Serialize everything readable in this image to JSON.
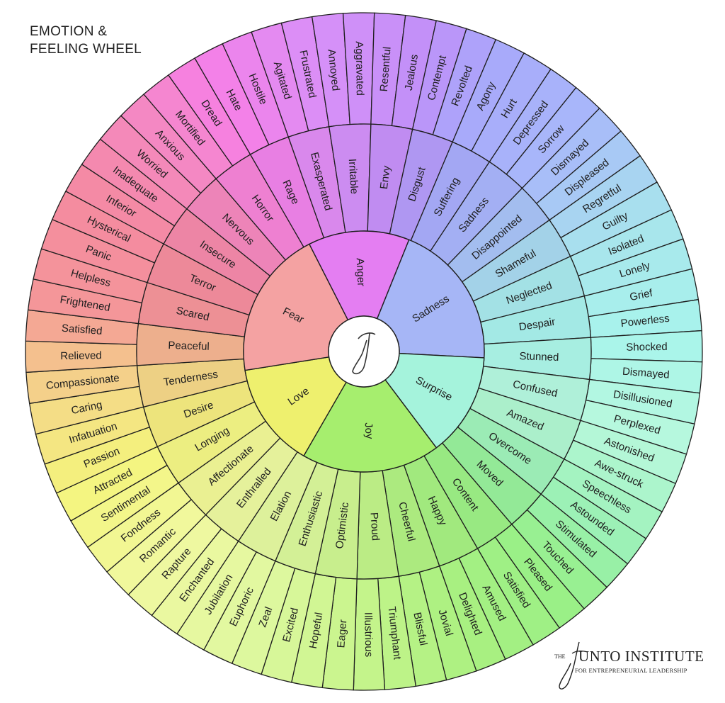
{
  "title": {
    "line1": "EMOTION &",
    "line2": "FEELING WHEEL"
  },
  "wheel": {
    "center_logo": "J",
    "core": [
      {
        "label": "Anger",
        "color": "#e47ef2",
        "children": [
          {
            "label": "Rage",
            "children": [
              "Hate",
              "Hostile"
            ]
          },
          {
            "label": "Exasperated",
            "children": [
              "Agitated",
              "Frustrated"
            ]
          },
          {
            "label": "Irritable",
            "children": [
              "Annoyed",
              "Aggravated"
            ]
          },
          {
            "label": "Envy",
            "children": [
              "Resentful",
              "Jealous"
            ]
          },
          {
            "label": "Disgust",
            "children": [
              "Contempt",
              "Revolted"
            ]
          }
        ]
      },
      {
        "label": "Sadness",
        "color": "#a6b6f6",
        "children": [
          {
            "label": "Suffering",
            "children": [
              "Agony",
              "Hurt"
            ]
          },
          {
            "label": "Sadness",
            "children": [
              "Depressed",
              "Sorrow"
            ]
          },
          {
            "label": "Disappointed",
            "children": [
              "Dismayed",
              "Displeased"
            ]
          },
          {
            "label": "Shameful",
            "children": [
              "Regretful",
              "Guilty"
            ]
          },
          {
            "label": "Neglected",
            "children": [
              "Isolated",
              "Lonely"
            ]
          },
          {
            "label": "Despair",
            "children": [
              "Grief",
              "Powerless"
            ]
          }
        ]
      },
      {
        "label": "Surprise",
        "color": "#a5f3dc",
        "children": [
          {
            "label": "Stunned",
            "children": [
              "Shocked",
              "Dismayed"
            ]
          },
          {
            "label": "Confused",
            "children": [
              "Disillusioned",
              "Perplexed"
            ]
          },
          {
            "label": "Amazed",
            "children": [
              "Astonished",
              "Awe-struck"
            ]
          },
          {
            "label": "Overcome",
            "children": [
              "Speechless",
              "Astounded"
            ]
          },
          {
            "label": "Moved",
            "children": [
              "Stimulated",
              "Touched"
            ]
          }
        ]
      },
      {
        "label": "Joy",
        "color": "#a6ee6e",
        "children": [
          {
            "label": "Content",
            "children": [
              "Pleased",
              "Satisfied"
            ]
          },
          {
            "label": "Happy",
            "children": [
              "Amused",
              "Delighted"
            ]
          },
          {
            "label": "Cheerful",
            "children": [
              "Jovial",
              "Blissful"
            ]
          },
          {
            "label": "Proud",
            "children": [
              "Triumphant",
              "Illustrious"
            ]
          },
          {
            "label": "Optimistic",
            "children": [
              "Eager",
              "Hopeful"
            ]
          },
          {
            "label": "Enthusiastic",
            "children": [
              "Excited",
              "Zeal"
            ]
          },
          {
            "label": "Elation",
            "children": [
              "Euphoric",
              "Jubilation"
            ]
          },
          {
            "label": "Enthralled",
            "children": [
              "Enchanted",
              "Rapture"
            ]
          }
        ]
      },
      {
        "label": "Love",
        "color": "#eef06e",
        "children": [
          {
            "label": "Affectionate",
            "children": [
              "Romantic",
              "Fondness"
            ]
          },
          {
            "label": "Longing",
            "children": [
              "Sentimental",
              "Attracted"
            ]
          },
          {
            "label": "Desire",
            "children": [
              "Passion",
              "Infatuation"
            ]
          },
          {
            "label": "Tenderness",
            "children": [
              "Caring",
              "Compassionate"
            ]
          },
          {
            "label": "Peaceful",
            "children": [
              "Relieved",
              "Satisfied"
            ]
          }
        ]
      },
      {
        "label": "Fear",
        "color": "#f4a2a2",
        "children": [
          {
            "label": "Scared",
            "children": [
              "Frightened",
              "Helpless"
            ]
          },
          {
            "label": "Terror",
            "children": [
              "Panic",
              "Hysterical"
            ]
          },
          {
            "label": "Insecure",
            "children": [
              "Inferior",
              "Inadequate"
            ]
          },
          {
            "label": "Nervous",
            "children": [
              "Worried",
              "Anxious"
            ]
          },
          {
            "label": "Horror",
            "children": [
              "Mortified",
              "Dread"
            ]
          }
        ]
      }
    ]
  },
  "logo": {
    "the": "THE",
    "main": "UNTO INSTITUTE",
    "sub": "FOR ENTREPRENEURIAL LEADERSHIP"
  }
}
